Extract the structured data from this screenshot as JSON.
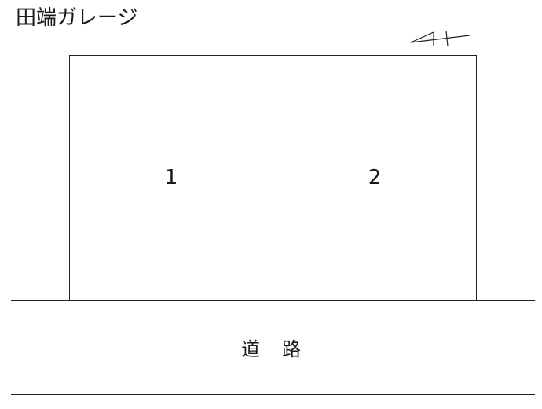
{
  "title": "田端ガレージ",
  "parking_spaces": [
    {
      "label": "1"
    },
    {
      "label": "2"
    }
  ],
  "road": {
    "label": "道路"
  },
  "icons": {
    "north_mark": "north-arrow-icon"
  },
  "colors": {
    "line": "#222222",
    "background": "#ffffff"
  }
}
